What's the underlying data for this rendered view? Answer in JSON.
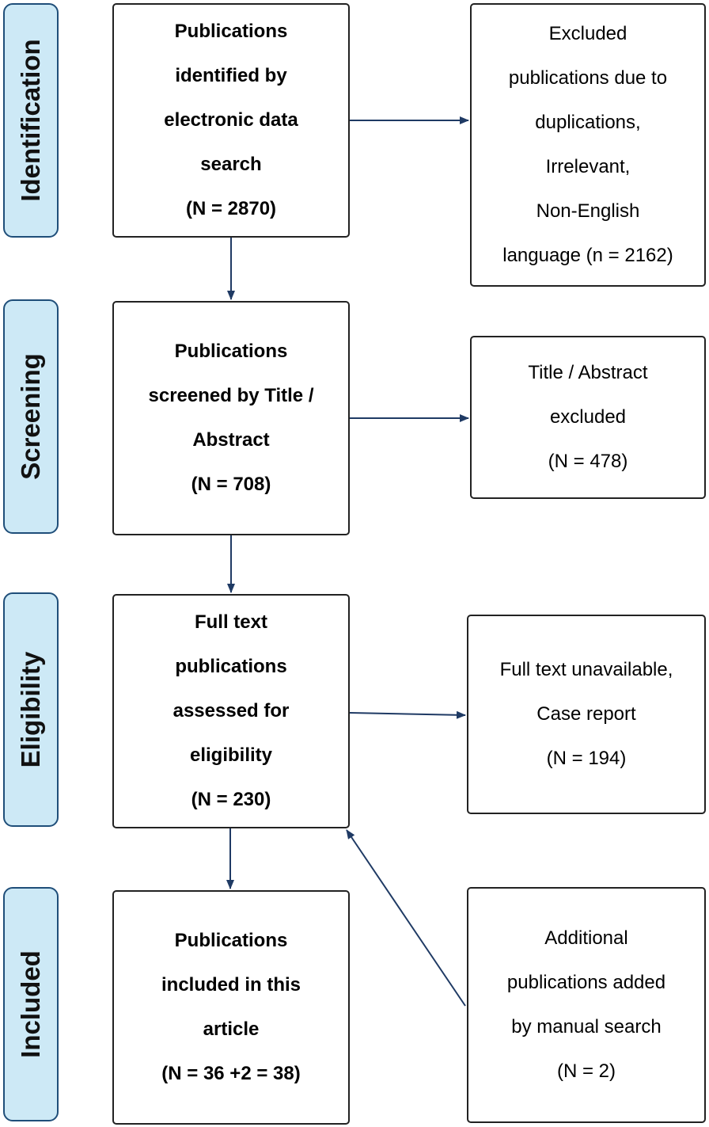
{
  "stages": {
    "identification": "Identification",
    "screening": "Screening",
    "eligibility": "Eligibility",
    "included": "Included"
  },
  "boxes": {
    "identified": [
      "Publications",
      "identified by",
      "electronic data",
      "search",
      "(N = 2870)"
    ],
    "excluded_duplicates": [
      "Excluded",
      "publications due to",
      "duplications,",
      "Irrelevant,",
      "Non-English",
      "language (n = 2162)"
    ],
    "screened": [
      "Publications",
      "screened by Title /",
      "Abstract",
      "(N = 708)"
    ],
    "title_abstract_excluded": [
      "Title / Abstract",
      "excluded",
      "(N = 478)"
    ],
    "full_text": [
      "Full text",
      "publications",
      "assessed for",
      "eligibility",
      "(N = 230)"
    ],
    "full_text_unavailable": [
      "Full text unavailable,",
      "Case report",
      "(N = 194)"
    ],
    "included": [
      "Publications",
      "included in this",
      "article",
      "(N = 36 +2 = 38)"
    ],
    "additional": [
      "Additional",
      "publications added",
      "by manual search",
      "(N = 2)"
    ]
  },
  "colors": {
    "stage_fill": "#cde9f6",
    "stage_border": "#1f4e79",
    "arrow": "#1f3a64",
    "box_border": "#222222"
  }
}
